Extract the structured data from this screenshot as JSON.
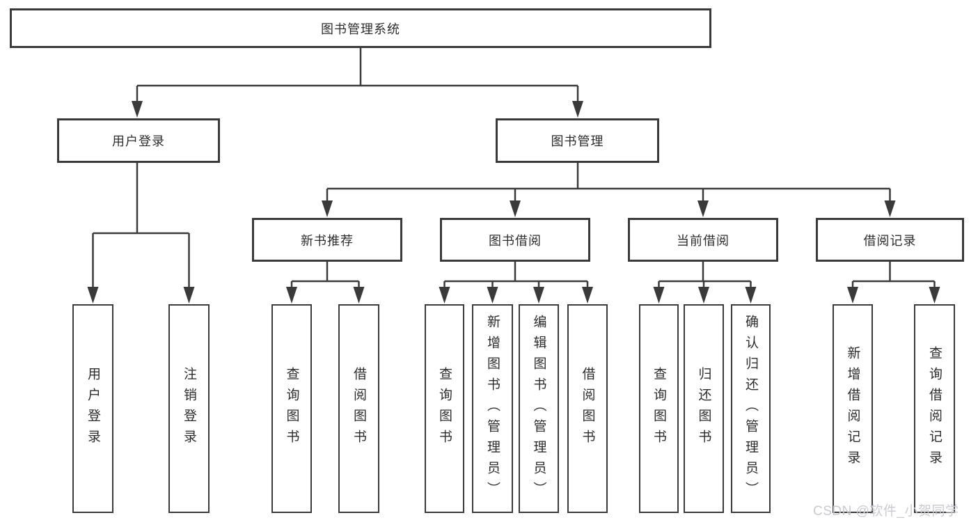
{
  "tree": {
    "label": "图书管理系统",
    "children": [
      {
        "label": "用户登录",
        "children": [
          {
            "label": "用户登录"
          },
          {
            "label": "注销登录"
          }
        ]
      },
      {
        "label": "图书管理",
        "children": [
          {
            "label": "新书推荐",
            "children": [
              {
                "label": "查询图书"
              },
              {
                "label": "借阅图书"
              }
            ]
          },
          {
            "label": "图书借阅",
            "children": [
              {
                "label": "查询图书"
              },
              {
                "label": "新增图书（管理员）"
              },
              {
                "label": "编辑图书（管理员）"
              },
              {
                "label": "借阅图书"
              }
            ]
          },
          {
            "label": "当前借阅",
            "children": [
              {
                "label": "查询图书"
              },
              {
                "label": "归还图书"
              },
              {
                "label": "确认归还（管理员）"
              }
            ]
          },
          {
            "label": "借阅记录",
            "children": [
              {
                "label": "新增借阅记录"
              },
              {
                "label": "查询借阅记录"
              }
            ]
          }
        ]
      }
    ]
  },
  "watermark": "CSDN @软件_小贺同学",
  "colors": {
    "line": "#3a3a3a",
    "box_background": "#ffffff",
    "text": "#2d2d2d",
    "watermark": "#c9cbd1"
  }
}
